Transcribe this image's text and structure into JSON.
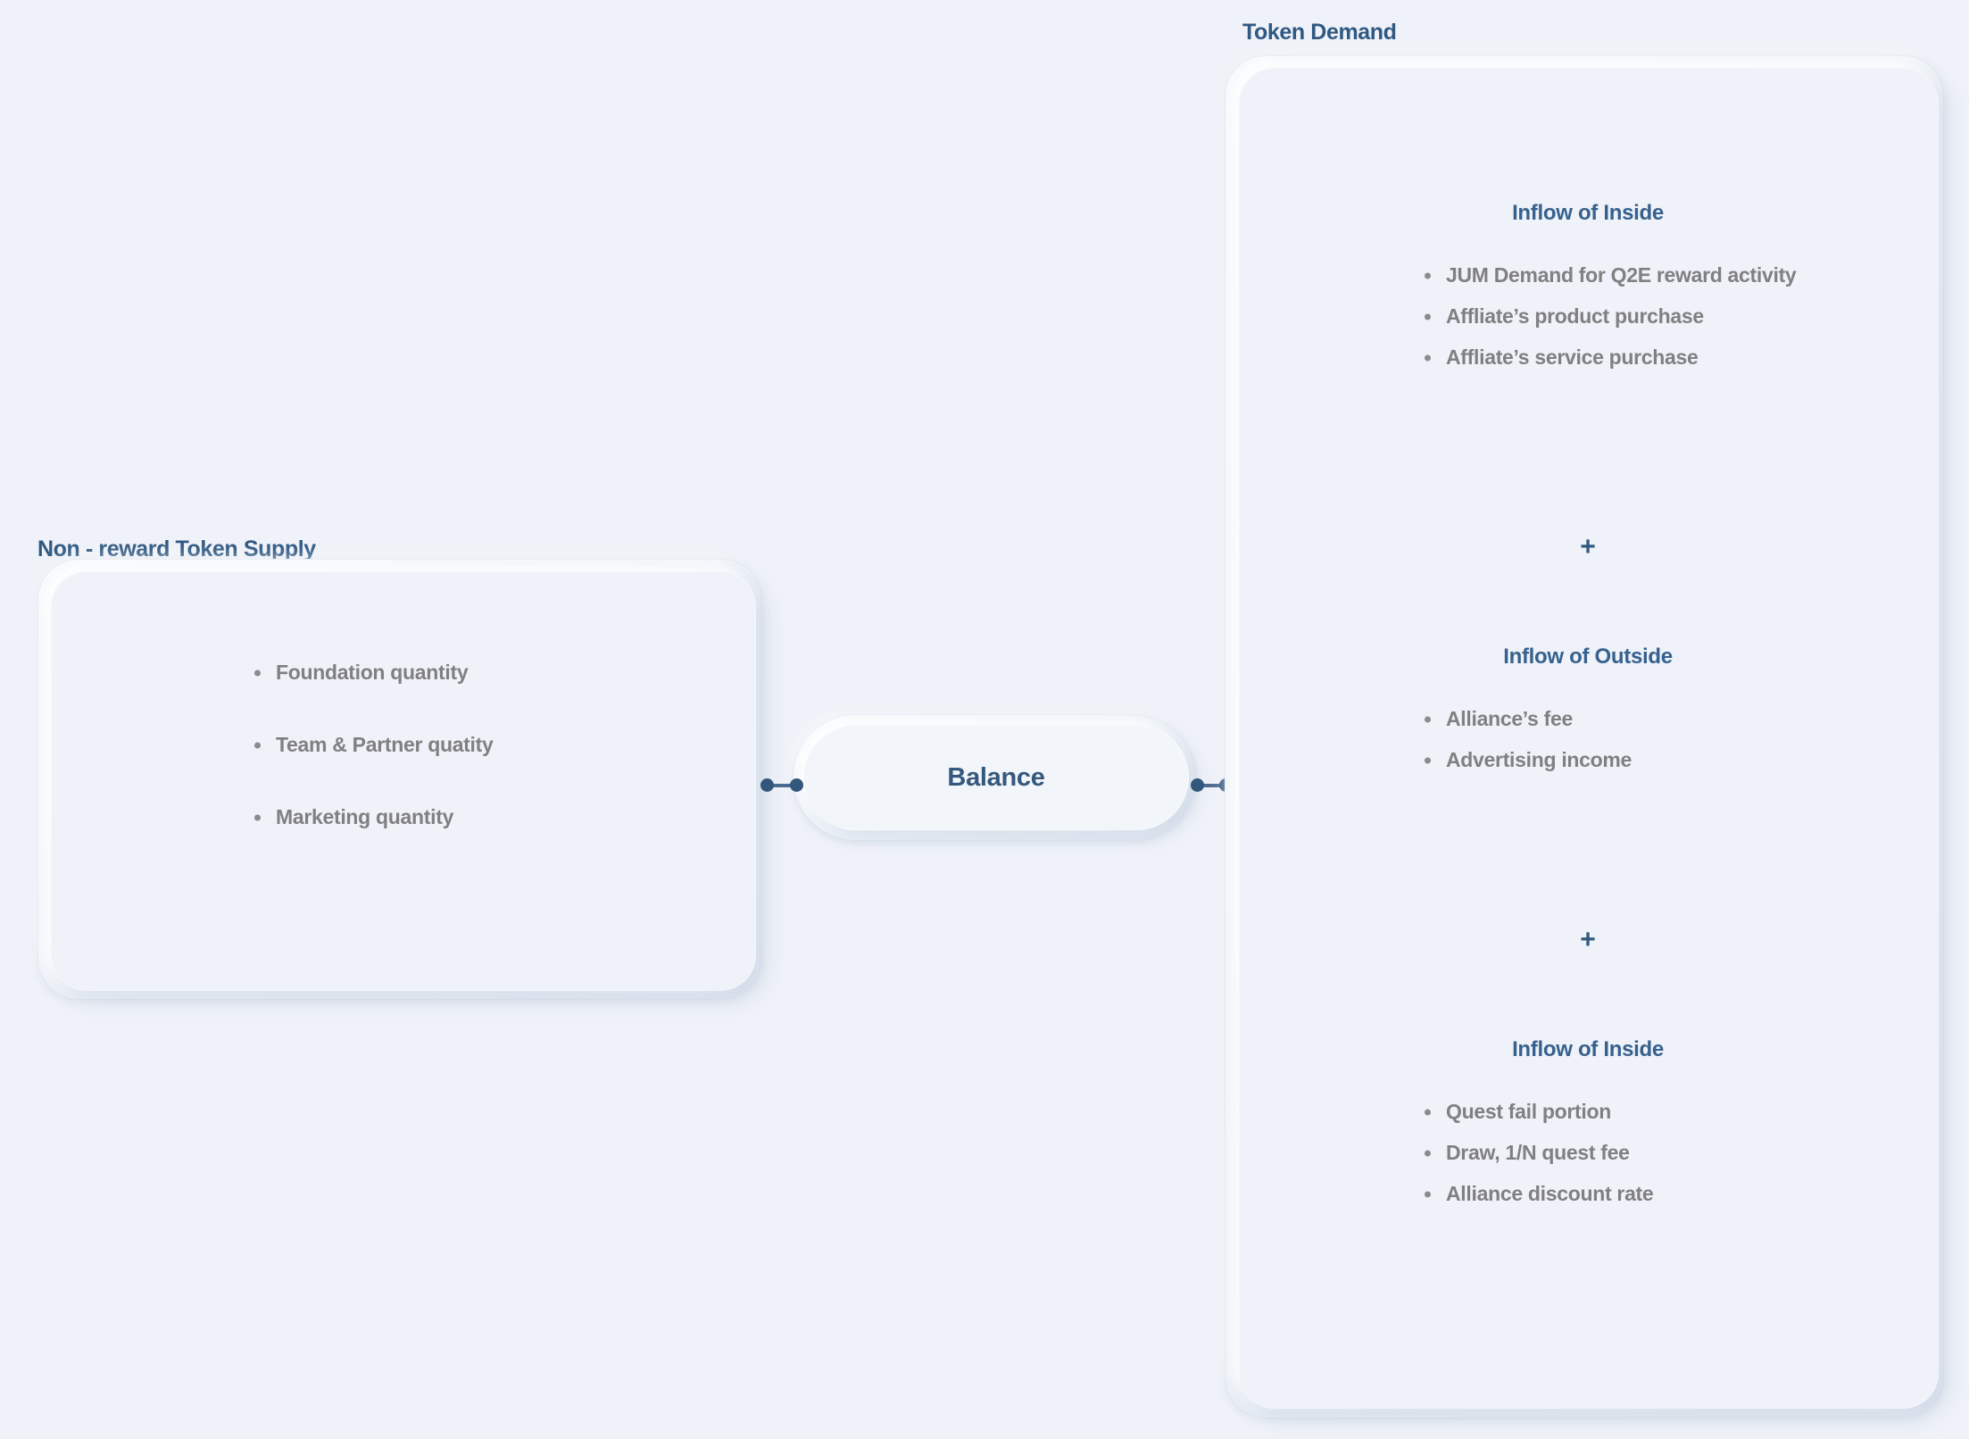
{
  "background_color": "#eff2f8",
  "accent_color": "#36618e",
  "muted_text_color": "#807f82",
  "supply_panel": {
    "title": "Non - reward Token Supply",
    "items": [
      "Foundation quantity",
      "Team & Partner quatity",
      "Marketing quantity"
    ]
  },
  "balance_node": {
    "label": "Balance"
  },
  "demand_panel": {
    "title": "Token Demand",
    "separator": "+",
    "sections": [
      {
        "heading": "Inflow of Inside",
        "items": [
          "JUM Demand for Q2E reward activity",
          "Affliate’s product purchase",
          "Affliate’s service purchase"
        ]
      },
      {
        "heading": "Inflow of Outside",
        "items": [
          "Alliance’s fee",
          "Advertising income"
        ]
      },
      {
        "heading": "Inflow of Inside",
        "items": [
          "Quest fail portion",
          "Draw, 1/N quest fee",
          "Alliance discount rate"
        ]
      }
    ]
  }
}
